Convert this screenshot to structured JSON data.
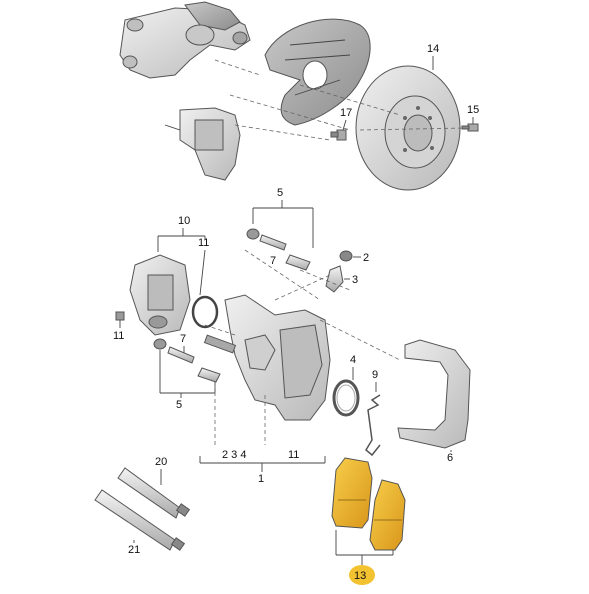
{
  "callouts": {
    "c1": "1",
    "c2": "2",
    "c3": "3",
    "c4": "4",
    "c5": "5",
    "c6": "6",
    "c7": "7",
    "c9": "9",
    "c10": "10",
    "c11": "11",
    "c13": "13",
    "c14": "14",
    "c15": "15",
    "c17": "17",
    "c20": "20",
    "c21": "21",
    "c234": "2 3 4"
  },
  "colors": {
    "part_fill": "#d9d9d9",
    "part_stroke": "#555555",
    "pad_fill": "#f2b82a",
    "highlight_badge": "#f2c230"
  }
}
